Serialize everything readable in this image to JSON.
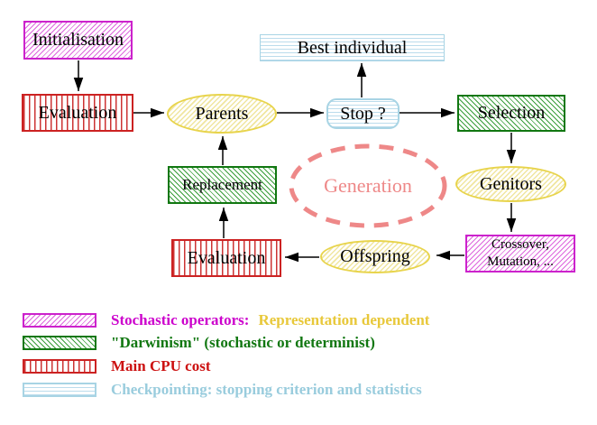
{
  "diagram": {
    "title_hint": "Evolutionary algorithm generation loop",
    "nodes": {
      "initialisation": {
        "label": "Initialisation"
      },
      "evaluation_top": {
        "label": "Evaluation"
      },
      "parents": {
        "label": "Parents"
      },
      "best_individual": {
        "label": "Best individual"
      },
      "stop": {
        "label": "Stop ?"
      },
      "selection": {
        "label": "Selection"
      },
      "genitors": {
        "label": "Genitors"
      },
      "crossover_mutation": {
        "line1": "Crossover,",
        "line2": "Mutation, ..."
      },
      "offspring": {
        "label": "Offspring"
      },
      "evaluation_bottom": {
        "label": "Evaluation"
      },
      "replacement": {
        "label": "Replacement"
      },
      "generation": {
        "label": "Generation"
      }
    },
    "colors": {
      "magenta": "#cc22cc",
      "red": "#cc2222",
      "green": "#117711",
      "yellow_border": "#e8d44c",
      "cyan": "#a8d4e4",
      "salmon": "#ee8888",
      "arrow": "#000000"
    }
  },
  "legend": {
    "items": [
      {
        "swatch": "magenta-diagonal-hatch",
        "text": "Stochastic operators:",
        "text2": "Representation dependent",
        "color": "#cc00cc",
        "color2": "#e8c83a"
      },
      {
        "swatch": "green-diagonal-hatch",
        "text": "\"Darwinism\" (stochastic or determinist)",
        "color": "#117711"
      },
      {
        "swatch": "red-vertical-stripes",
        "text": "Main CPU cost",
        "color": "#cc1111"
      },
      {
        "swatch": "cyan-horizontal-stripes",
        "text": "Checkpointing: stopping criterion and statistics",
        "color": "#99ccdd"
      }
    ]
  }
}
